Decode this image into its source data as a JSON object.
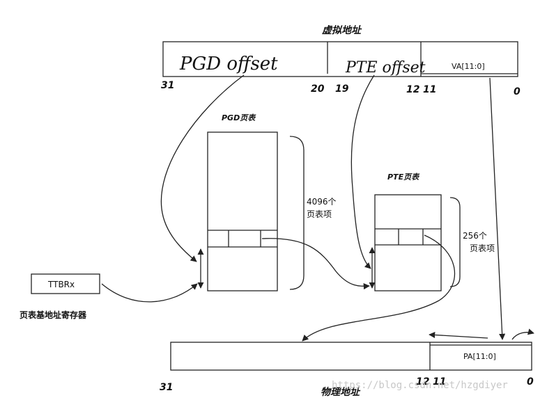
{
  "virtual_address": {
    "title": "虚拟地址",
    "fields": [
      {
        "label": "PGD offset"
      },
      {
        "label": "PTE offset"
      },
      {
        "label": "VA[11:0]"
      }
    ],
    "bit_labels": [
      "31",
      "20",
      "19",
      "12",
      "11",
      "0"
    ]
  },
  "pgd_table": {
    "title": "PGD页表",
    "count_label": "4096个",
    "entry_label": "页表项"
  },
  "pte_table": {
    "title": "PTE页表",
    "count_label": "256个",
    "entry_label": "页表项"
  },
  "ttbr": {
    "label": "TTBRx",
    "caption": "页表基地址寄存器"
  },
  "physical_address": {
    "title": "物理地址",
    "fields": [
      {
        "label": ""
      },
      {
        "label": "PA[11:0]"
      }
    ],
    "bit_labels": [
      "31",
      "12",
      "11",
      "0"
    ]
  },
  "watermark": "https://blog.csdn.net/hzgdiyer"
}
